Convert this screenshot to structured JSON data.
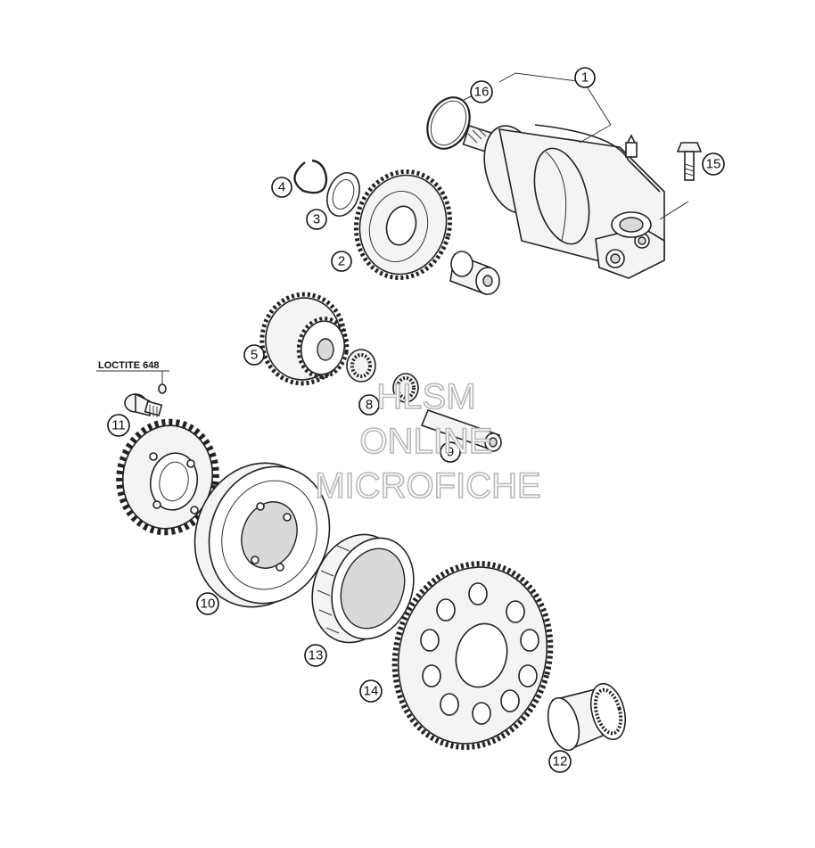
{
  "callouts": [
    {
      "id": "1",
      "label": "1"
    },
    {
      "id": "2",
      "label": "2"
    },
    {
      "id": "3",
      "label": "3"
    },
    {
      "id": "4",
      "label": "4"
    },
    {
      "id": "5",
      "label": "5"
    },
    {
      "id": "8",
      "label": "8"
    },
    {
      "id": "9",
      "label": "9"
    },
    {
      "id": "10",
      "label": "10"
    },
    {
      "id": "11",
      "label": "11"
    },
    {
      "id": "12",
      "label": "12"
    },
    {
      "id": "13",
      "label": "13"
    },
    {
      "id": "14",
      "label": "14"
    },
    {
      "id": "15",
      "label": "15"
    },
    {
      "id": "16",
      "label": "16"
    }
  ],
  "note": {
    "text": "LOCTITE 648"
  },
  "watermark": {
    "line1": "HLSM",
    "line2": "ONLINE",
    "line3": "MICROFICHE"
  }
}
